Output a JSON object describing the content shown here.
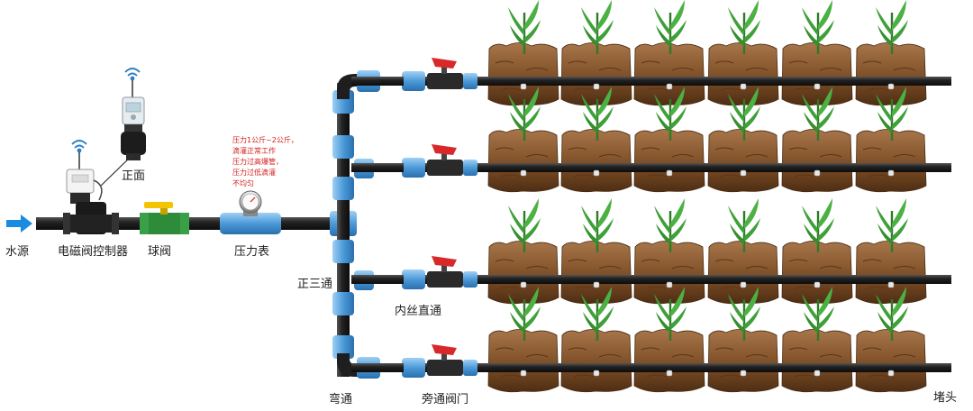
{
  "labels": {
    "water_source": "水源",
    "solenoid_controller": "电磁阀控制器",
    "ball_valve": "球阀",
    "pressure_gauge": "压力表",
    "front_view": "正面",
    "tee": "正三通",
    "female_coupling": "内丝直通",
    "elbow": "弯通",
    "bypass_valve": "旁通阀门",
    "end_plug": "堵头"
  },
  "pressure_note": [
    "压力1公斤~2公斤，",
    "滴灌正常工作",
    "压力过高爆管，",
    "压力过低滴灌",
    "不均匀"
  ],
  "colors": {
    "pipe": "#1e1e1e",
    "fitting": "#5aa7e0",
    "flow_arrow": "#1a8be0",
    "valve_handle": "#d8282a",
    "ball_valve_body": "#2e8b3a",
    "ball_valve_handle": "#f5c400",
    "soil": "#8b5a2b",
    "plant": "#3a8f2e",
    "note_text": "#d42020"
  }
}
